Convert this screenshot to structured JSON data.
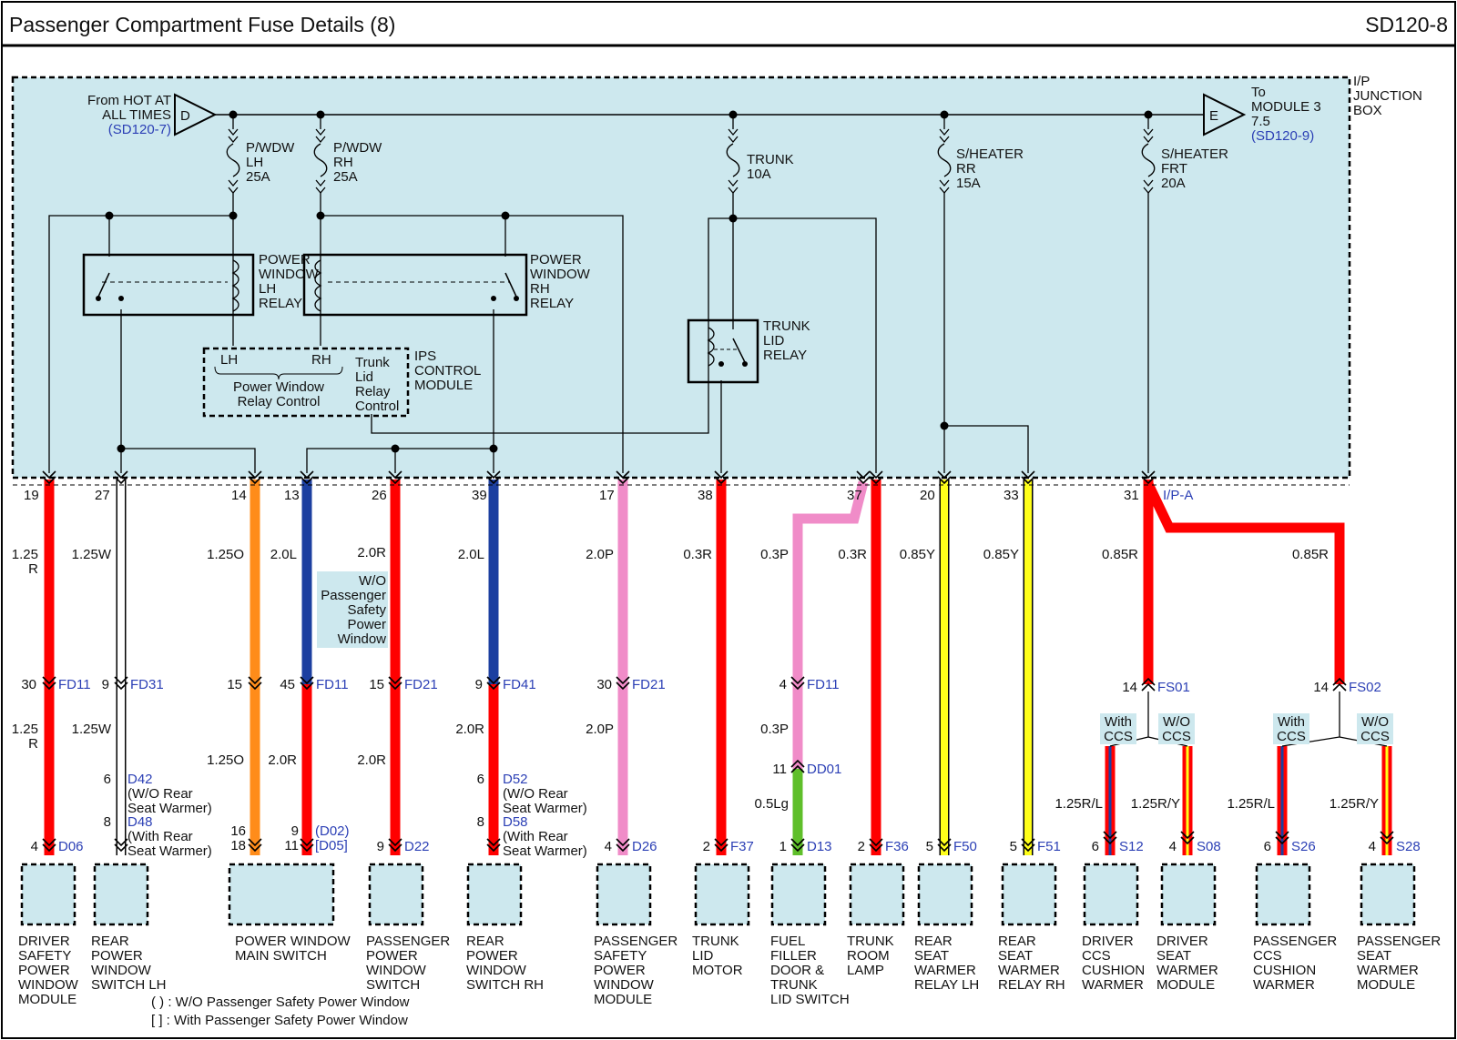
{
  "header": {
    "title": "Passenger Compartment Fuse Details (8)",
    "code": "SD120-8"
  },
  "colors": {
    "panel": "#cde8ee",
    "red": "#ff0000",
    "white": "#ffffff",
    "orange": "#ff8c1a",
    "blue": "#1c3fa0",
    "pink": "#f08cc8",
    "yellow": "#ffff1a",
    "green": "#5fbf2a",
    "xref": "#2b3fb5"
  },
  "junction_box": {
    "label": [
      "I/P",
      "JUNCTION",
      "BOX"
    ],
    "source": {
      "text": [
        "From HOT AT",
        "ALL TIMES"
      ],
      "ref": "(SD120-7)",
      "tag": "D"
    },
    "dest": {
      "text": [
        "To",
        "MODULE 3",
        "7.5"
      ],
      "ref": "(SD120-9)",
      "tag": "E"
    },
    "fuses": [
      {
        "id": "pwdw-lh",
        "lines": [
          "P/WDW",
          "LH",
          "25A"
        ]
      },
      {
        "id": "pwdw-rh",
        "lines": [
          "P/WDW",
          "RH",
          "25A"
        ]
      },
      {
        "id": "trunk",
        "lines": [
          "TRUNK",
          "10A"
        ]
      },
      {
        "id": "sheater-rr",
        "lines": [
          "S/HEATER",
          "RR",
          "15A"
        ]
      },
      {
        "id": "sheater-frt",
        "lines": [
          "S/HEATER",
          "FRT",
          "20A"
        ]
      }
    ],
    "relays": [
      {
        "id": "pw-lh",
        "lines": [
          "POWER",
          "WINDOW",
          "LH",
          "RELAY"
        ]
      },
      {
        "id": "pw-rh",
        "lines": [
          "POWER",
          "WINDOW",
          "RH",
          "RELAY"
        ]
      },
      {
        "id": "trunk-lid",
        "lines": [
          "TRUNK",
          "LID",
          "RELAY"
        ]
      }
    ],
    "ips": {
      "label": [
        "IPS",
        "CONTROL",
        "MODULE"
      ],
      "lh": "LH",
      "rh": "RH",
      "pw_control": [
        "Power Window",
        "Relay Control"
      ],
      "trunk_control": [
        "Trunk",
        "Lid",
        "Relay",
        "Control"
      ]
    },
    "ip_a": "I/P-A"
  },
  "pins": {
    "p19": "19",
    "p27": "27",
    "p14": "14",
    "p13": "13",
    "p26": "26",
    "p39": "39",
    "p17": "17",
    "p38": "38",
    "p37": "37",
    "p20": "20",
    "p33": "33",
    "p31": "31"
  },
  "wires": {
    "w1a": [
      "1.25",
      "R"
    ],
    "w1b": [
      "1.25",
      "R"
    ],
    "w2a": "1.25W",
    "w2b": "1.25W",
    "w3a": "1.25O",
    "w3b": "1.25O",
    "w4a": "2.0L",
    "w4b": "2.0R",
    "w5a": "2.0R",
    "w5b": "2.0R",
    "w6a": "2.0L",
    "w6b": "2.0R",
    "w7a": "2.0P",
    "w7b": "2.0P",
    "w8": "0.3R",
    "w9a": "0.3P",
    "w9b": "0.3P",
    "w9c": "0.5Lg",
    "w10": "0.3R",
    "w11": "0.85Y",
    "w12": "0.85Y",
    "w13": "0.85R",
    "w14": "0.85R",
    "w15": "1.25R/L",
    "w16": "1.25R/Y",
    "w17": "1.25R/L",
    "w18": "1.25R/Y"
  },
  "note_wo_psw": [
    "W/O",
    "Passenger",
    "Safety",
    "Power",
    "Window"
  ],
  "connectors": {
    "c1": {
      "pin": "30",
      "id": "FD11"
    },
    "c2": {
      "pin": "9",
      "id": "FD31"
    },
    "c3": {
      "pin": "15",
      "extra": "45",
      "id": "FD11"
    },
    "c4": {
      "pin": "15",
      "id": "FD21"
    },
    "c5": {
      "pin": "9",
      "id": "FD41"
    },
    "c6": {
      "pin": "30",
      "id": "FD21"
    },
    "c7": {
      "pin": "4",
      "id": "FD11"
    },
    "c8": {
      "pin": "11",
      "id": "DD01"
    },
    "c9": {
      "pin": "14",
      "id": "FS01"
    },
    "c10": {
      "pin": "14",
      "id": "FS02"
    }
  },
  "ccs": {
    "with": [
      "With",
      "CCS"
    ],
    "without": [
      "W/O",
      "CCS"
    ]
  },
  "alt_refs": {
    "d42": {
      "pin": "6",
      "id": "D42",
      "note": [
        "(W/O Rear",
        "Seat Warmer)"
      ]
    },
    "d48": {
      "pin": "8",
      "id": "D48",
      "note": [
        "(With Rear",
        "Seat Warmer)"
      ]
    },
    "d52": {
      "pin": "6",
      "id": "D52",
      "note": [
        "(W/O Rear",
        "Seat Warmer)"
      ]
    },
    "d58": {
      "pin": "8",
      "id": "D58",
      "note": [
        "(With Rear",
        "Seat Warmer)"
      ]
    },
    "d02": {
      "pins": [
        "16",
        "9"
      ],
      "id": "(D02)"
    },
    "d05": {
      "pins": [
        "18",
        "11"
      ],
      "id": "[D05]"
    }
  },
  "components": [
    {
      "pin": "4",
      "id": "D06",
      "name": [
        "DRIVER",
        "SAFETY",
        "POWER",
        "WINDOW",
        "MODULE"
      ]
    },
    {
      "pin": "",
      "id": "",
      "name": [
        "REAR",
        "POWER",
        "WINDOW",
        "SWITCH LH"
      ]
    },
    {
      "pin": "",
      "id": "",
      "name": [
        "POWER WINDOW",
        "MAIN SWITCH"
      ]
    },
    {
      "pin": "9",
      "id": "D22",
      "name": [
        "PASSENGER",
        "POWER",
        "WINDOW",
        "SWITCH"
      ]
    },
    {
      "pin": "",
      "id": "",
      "name": [
        "REAR",
        "POWER",
        "WINDOW",
        "SWITCH RH"
      ]
    },
    {
      "pin": "4",
      "id": "D26",
      "name": [
        "PASSENGER",
        "SAFETY",
        "POWER",
        "WINDOW",
        "MODULE"
      ]
    },
    {
      "pin": "2",
      "id": "F37",
      "name": [
        "TRUNK",
        "LID",
        "MOTOR"
      ]
    },
    {
      "pin": "1",
      "id": "D13",
      "name": [
        "FUEL",
        "FILLER",
        "DOOR &",
        "TRUNK",
        "LID SWITCH"
      ]
    },
    {
      "pin": "2",
      "id": "F36",
      "name": [
        "TRUNK",
        "ROOM",
        "LAMP"
      ]
    },
    {
      "pin": "5",
      "id": "F50",
      "name": [
        "REAR",
        "SEAT",
        "WARMER",
        "RELAY LH"
      ]
    },
    {
      "pin": "5",
      "id": "F51",
      "name": [
        "REAR",
        "SEAT",
        "WARMER",
        "RELAY RH"
      ]
    },
    {
      "pin": "6",
      "id": "S12",
      "name": [
        "DRIVER",
        "CCS",
        "CUSHION",
        "WARMER"
      ]
    },
    {
      "pin": "4",
      "id": "S08",
      "name": [
        "DRIVER",
        "SEAT",
        "WARMER",
        "MODULE"
      ]
    },
    {
      "pin": "6",
      "id": "S26",
      "name": [
        "PASSENGER",
        "CCS",
        "CUSHION",
        "WARMER"
      ]
    },
    {
      "pin": "4",
      "id": "S28",
      "name": [
        "PASSENGER",
        "SEAT",
        "WARMER",
        "MODULE"
      ]
    }
  ],
  "legend": [
    "( ) : W/O Passenger Safety Power Window",
    "[ ] : With Passenger Safety Power Window"
  ]
}
